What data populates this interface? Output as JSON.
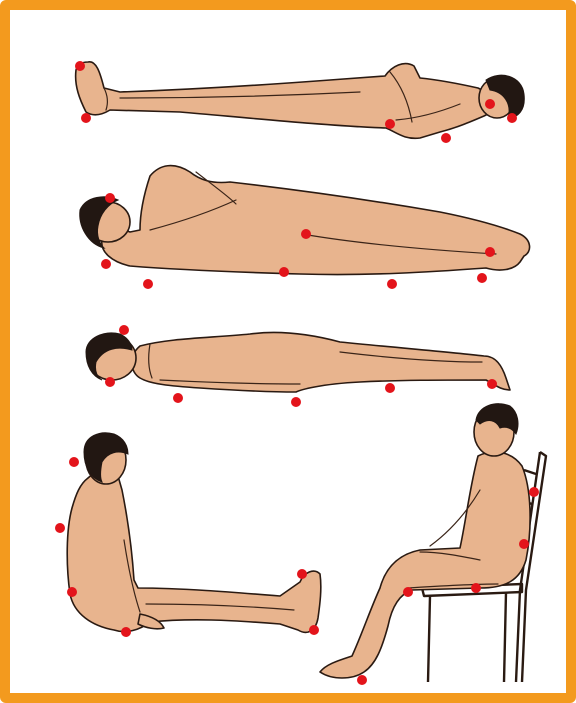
{
  "colors": {
    "frame": "#f39a1e",
    "background": "#ffffff",
    "skin": "#e8b48e",
    "hair": "#221712",
    "outline": "#2a1a12",
    "pressure_point": "#e3141b"
  },
  "figures": [
    {
      "name": "supine",
      "pressure_points": 6
    },
    {
      "name": "side-lying",
      "pressure_points": 8
    },
    {
      "name": "prone",
      "pressure_points": 6
    },
    {
      "name": "long-sitting",
      "pressure_points": 6
    },
    {
      "name": "chair-sitting",
      "pressure_points": 5
    }
  ],
  "icons": [
    "pressure-point-icon"
  ]
}
